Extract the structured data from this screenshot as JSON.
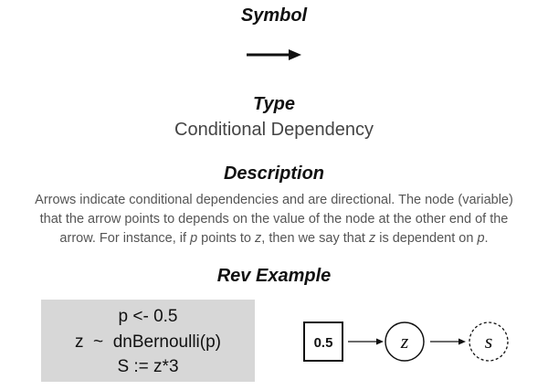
{
  "symbol": {
    "heading": "Symbol"
  },
  "type": {
    "heading": "Type",
    "value": "Conditional Dependency"
  },
  "description": {
    "heading": "Description",
    "line1": "Arrows indicate conditional dependencies and are directional. The node (variable)",
    "line2": "that the arrow points to depends on the value of the node at the other end of the",
    "line3_a": "arrow. For instance, if ",
    "var_p": "p",
    "line3_b": " points to ",
    "var_z": "z",
    "line3_c": ", then we say that ",
    "line3_d": " is dependent on ",
    "line3_e": "."
  },
  "rev_example": {
    "heading": "Rev Example",
    "code": [
      "p <- 0.5",
      "z  ~  dnBernoulli(p)",
      "S := z*3"
    ]
  },
  "graph": {
    "constant_node": "0.5",
    "stochastic_node": "z",
    "deterministic_node": "s"
  },
  "colors": {
    "arrow": "#111111",
    "code_bg": "#d7d7d7"
  }
}
